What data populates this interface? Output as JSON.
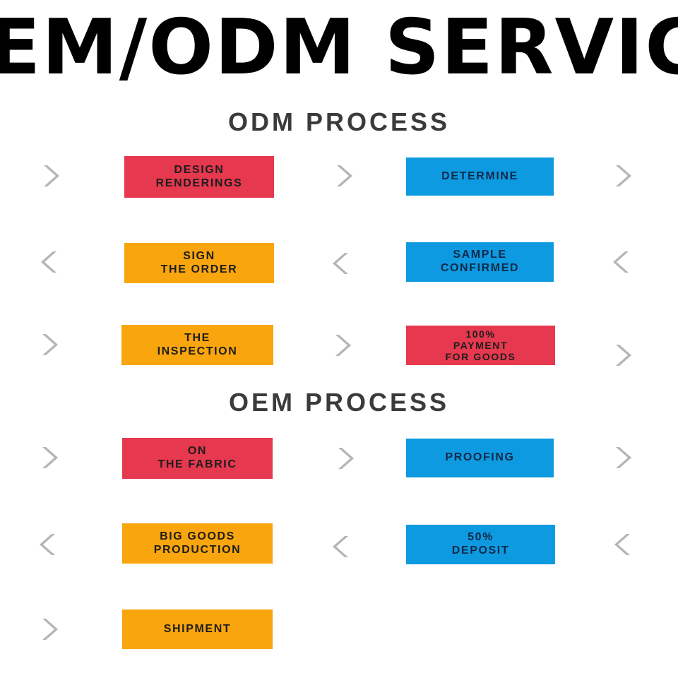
{
  "banner": {
    "title": "OEM/ODM SERVICE"
  },
  "sections": [
    {
      "heading": "ODM PROCESS",
      "steps": [
        {
          "id": "design-renderings",
          "lines": [
            "DESIGN",
            "RENDERINGS"
          ],
          "color": "red",
          "hex": "#e6384e"
        },
        {
          "id": "determine",
          "lines": [
            "DETERMINE"
          ],
          "color": "blue",
          "hex": "#0e9ae0"
        },
        {
          "id": "sign-the-order",
          "lines": [
            "SIGN",
            "THE ORDER"
          ],
          "color": "orange",
          "hex": "#f9a50d"
        },
        {
          "id": "sample-confirmed",
          "lines": [
            "SAMPLE",
            "CONFIRMED"
          ],
          "color": "blue",
          "hex": "#0e9ae0"
        },
        {
          "id": "the-inspection",
          "lines": [
            "THE",
            "INSPECTION"
          ],
          "color": "orange",
          "hex": "#f9a50d"
        },
        {
          "id": "payment-for-goods",
          "lines": [
            "100%",
            "PAYMENT",
            "FOR GOODS"
          ],
          "color": "red",
          "hex": "#e6384e"
        }
      ]
    },
    {
      "heading": "OEM PROCESS",
      "steps": [
        {
          "id": "on-the-fabric",
          "lines": [
            "ON",
            "THE FABRIC"
          ],
          "color": "red",
          "hex": "#e6384e"
        },
        {
          "id": "proofing",
          "lines": [
            "PROOFING"
          ],
          "color": "blue",
          "hex": "#0e9ae0"
        },
        {
          "id": "big-goods-production",
          "lines": [
            "BIG GOODS",
            "PRODUCTION"
          ],
          "color": "orange",
          "hex": "#f9a50d"
        },
        {
          "id": "fifty-percent-deposit",
          "lines": [
            "50%",
            "DEPOSIT"
          ],
          "color": "blue",
          "hex": "#0e9ae0"
        },
        {
          "id": "shipment",
          "lines": [
            "SHIPMENT"
          ],
          "color": "orange",
          "hex": "#f9a50d"
        }
      ]
    }
  ],
  "chevrons": {
    "right_icon": "chevron-right-icon",
    "left_icon": "chevron-left-icon",
    "color": "#b5b5b5"
  },
  "colors": {
    "background": "#ffffff",
    "title": "#000000",
    "heading": "#3b3b3b",
    "red": "#e6384e",
    "orange": "#f9a50d",
    "blue": "#0e9ae0",
    "chevron": "#b5b5b5"
  }
}
